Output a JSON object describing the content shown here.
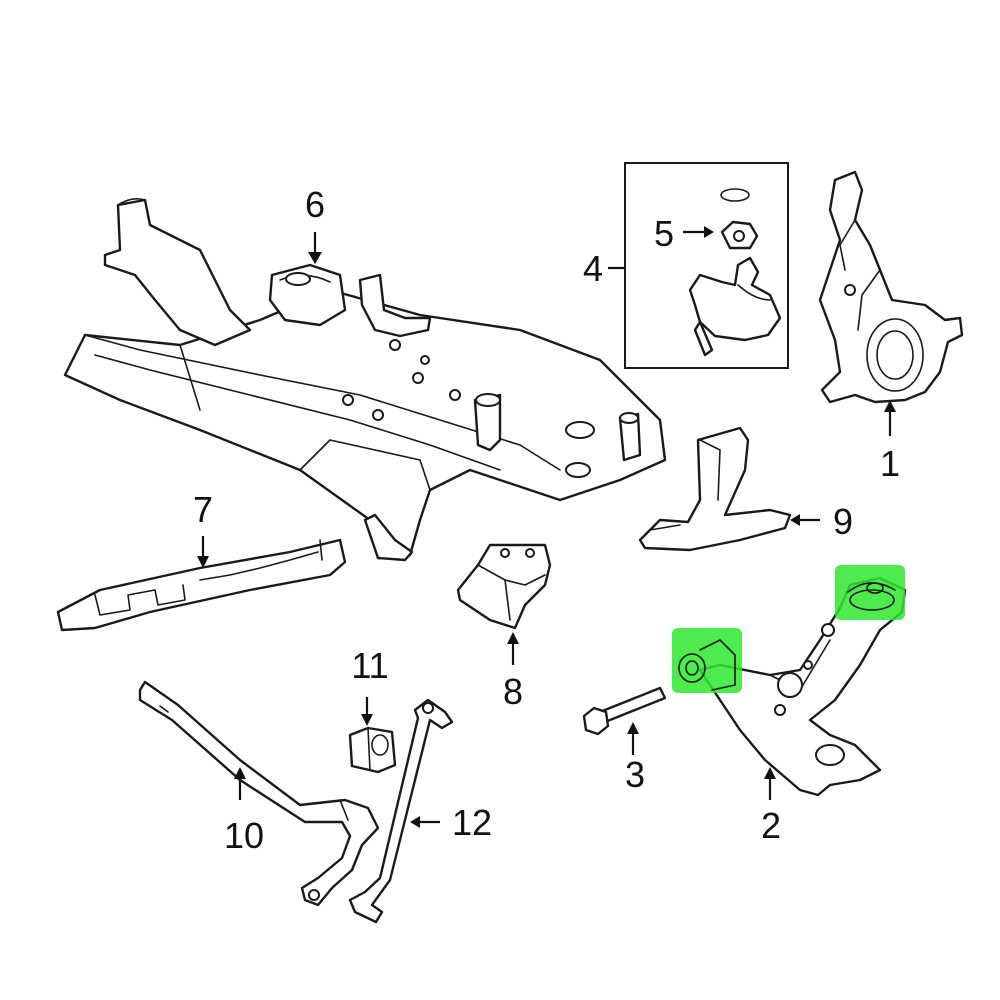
{
  "callouts": [
    {
      "id": "c1",
      "label": "1"
    },
    {
      "id": "c2",
      "label": "2"
    },
    {
      "id": "c3",
      "label": "3"
    },
    {
      "id": "c4",
      "label": "4"
    },
    {
      "id": "c5",
      "label": "5"
    },
    {
      "id": "c6",
      "label": "6"
    },
    {
      "id": "c7",
      "label": "7"
    },
    {
      "id": "c8",
      "label": "8"
    },
    {
      "id": "c9",
      "label": "9"
    },
    {
      "id": "c10",
      "label": "10"
    },
    {
      "id": "c11",
      "label": "11"
    },
    {
      "id": "c12",
      "label": "12"
    }
  ],
  "colors": {
    "line": "#1a1a1a",
    "highlight": "#2ee82e"
  }
}
